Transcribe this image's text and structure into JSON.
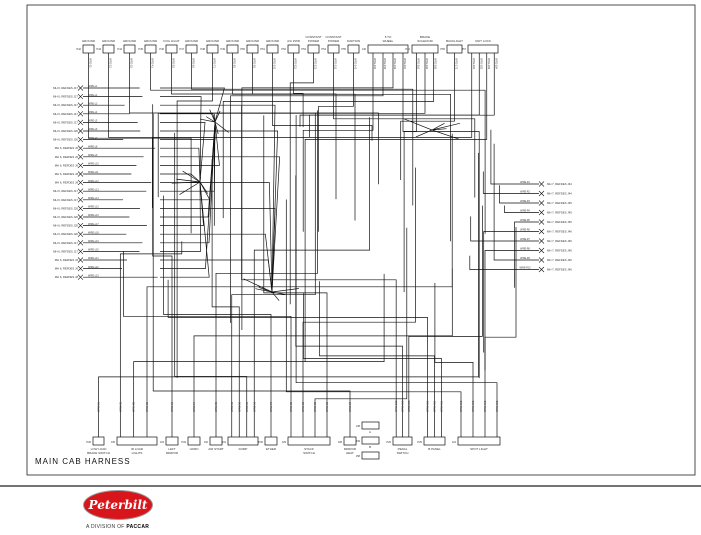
{
  "title": "MAIN CAB HARNESS",
  "logo": {
    "brand": "Peterbilt",
    "division": "A DIVISION OF",
    "parent": "PACCAR",
    "color": "#d8151b"
  },
  "top_connectors": [
    {
      "label": "GROUND",
      "ref": "P42",
      "pins": 1
    },
    {
      "label": "GROUND",
      "ref": "P43",
      "pins": 1
    },
    {
      "label": "GROUND",
      "ref": "P44",
      "pins": 1
    },
    {
      "label": "GROUND",
      "ref": "P45",
      "pins": 1
    },
    {
      "label": "FOG LIGHT",
      "ref": "P46",
      "pins": 1
    },
    {
      "label": "GROUND",
      "ref": "P47",
      "pins": 1
    },
    {
      "label": "GROUND",
      "ref": "P48",
      "pins": 1
    },
    {
      "label": "GROUND",
      "ref": "P49",
      "pins": 1
    },
    {
      "label": "GROUND",
      "ref": "P50",
      "pins": 1
    },
    {
      "label": "GROUND",
      "ref": "P51",
      "pins": 1
    },
    {
      "label": "A/C PWR",
      "ref": "P52",
      "pins": 1
    },
    {
      "label": "CONSTANT POWER",
      "ref": "P53",
      "pins": 1
    },
    {
      "label": "CONSTANT POWER",
      "ref": "P54",
      "pins": 1
    },
    {
      "label": "IGNITION",
      "ref": "P55",
      "pins": 1
    },
    {
      "label": "5 TO WHEEL",
      "ref": "J40",
      "pins": 4
    },
    {
      "label": "BRAKE SOLENOID",
      "ref": "P41",
      "pins": 3
    },
    {
      "label": "BACKLIGHT",
      "ref": "P56",
      "pins": 1
    },
    {
      "label": "UNIT LOCK",
      "ref": "J57",
      "pins": 4
    }
  ],
  "bottom_connectors": [
    {
      "label": "LOW LOAD BRAKE SWITCH",
      "ref": "P36",
      "pins": 1
    },
    {
      "label": "ID LOAD LIGHTS",
      "ref": "J35",
      "pins": 6
    },
    {
      "label": "LEFT MIRROR",
      "ref": "J34",
      "pins": 1
    },
    {
      "label": "HORN",
      "ref": "P33",
      "pins": 1
    },
    {
      "label": "AIR START",
      "ref": "J32",
      "pins": 1
    },
    {
      "label": "DUMP",
      "ref": "J31",
      "pins": 4
    },
    {
      "label": "ETHER",
      "ref": "P30",
      "pins": 1
    },
    {
      "label": "STACK SWITCH",
      "ref": "J29",
      "pins": 7
    },
    {
      "label": "MIRROR HEAT",
      "ref": "J28",
      "pins": 1
    },
    {
      "label": "PEDAL SWITCH",
      "ref": "P26",
      "pins": 3
    },
    {
      "label": "B PANEL",
      "ref": "P25",
      "pins": 3
    },
    {
      "label": "SPOT LIGHT",
      "ref": "J24",
      "pins": 7
    }
  ],
  "stacked_connectors": [
    {
      "ref": "J38",
      "label": "A"
    },
    {
      "ref": "J39",
      "label": "B"
    },
    {
      "ref": "J58",
      "label": ""
    }
  ],
  "left_splices": [
    "MH 6, REFDES J17",
    "MH 6, REFDES J17",
    "MH 6, REFDES J17",
    "MH 6, REFDES J17",
    "MH 6, REFDES J17",
    "MH 6, REFDES J20",
    "MH 6, REFDES J20",
    "MH 6, REFDES J6",
    "MH 6, REFDES J6",
    "MH 6, REFDES J6",
    "MH 6, REFDES J8",
    "MH 6, REFDES J8",
    "MH 6, REFDES J17",
    "MH 6, REFDES J17",
    "MH 6, REFDES J20",
    "MH 6, REFDES J20",
    "MH 6, REFDES J20",
    "MH 6, REFDES J20",
    "MH 6, REFDES J17",
    "MH 6, REFDES J17",
    "MH 6, REFDES J6",
    "MH 6, REFDES J6",
    "MH 6, REFDES J8"
  ],
  "right_splices": [
    "MH 7, REFDES J44",
    "MH 7, REFDES J44",
    "MH 7, REFDES J45",
    "MH 7, REFDES J45",
    "MH 7, REFDES J45",
    "MH 7, REFDES J46",
    "MH 7, REFDES J46",
    "MH 7, REFDES J46",
    "MH 7, REFDES J46",
    "MH 7, REFDES J46"
  ],
  "colors": {
    "line": "#111111",
    "frame": "#222222",
    "text": "#333333"
  }
}
